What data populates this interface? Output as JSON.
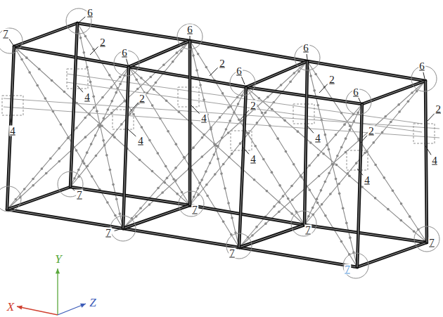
{
  "diagram": {
    "labels": [
      "7",
      "6",
      "2",
      "4",
      "6",
      "2",
      "4",
      "4",
      "6",
      "2",
      "4",
      "6",
      "2",
      "4",
      "6",
      "2",
      "4",
      "6",
      "2",
      "4",
      "6",
      "2",
      "4",
      "7",
      "7",
      "7",
      "7",
      "7",
      "7",
      "7",
      "Y",
      "X",
      "Z"
    ]
  }
}
